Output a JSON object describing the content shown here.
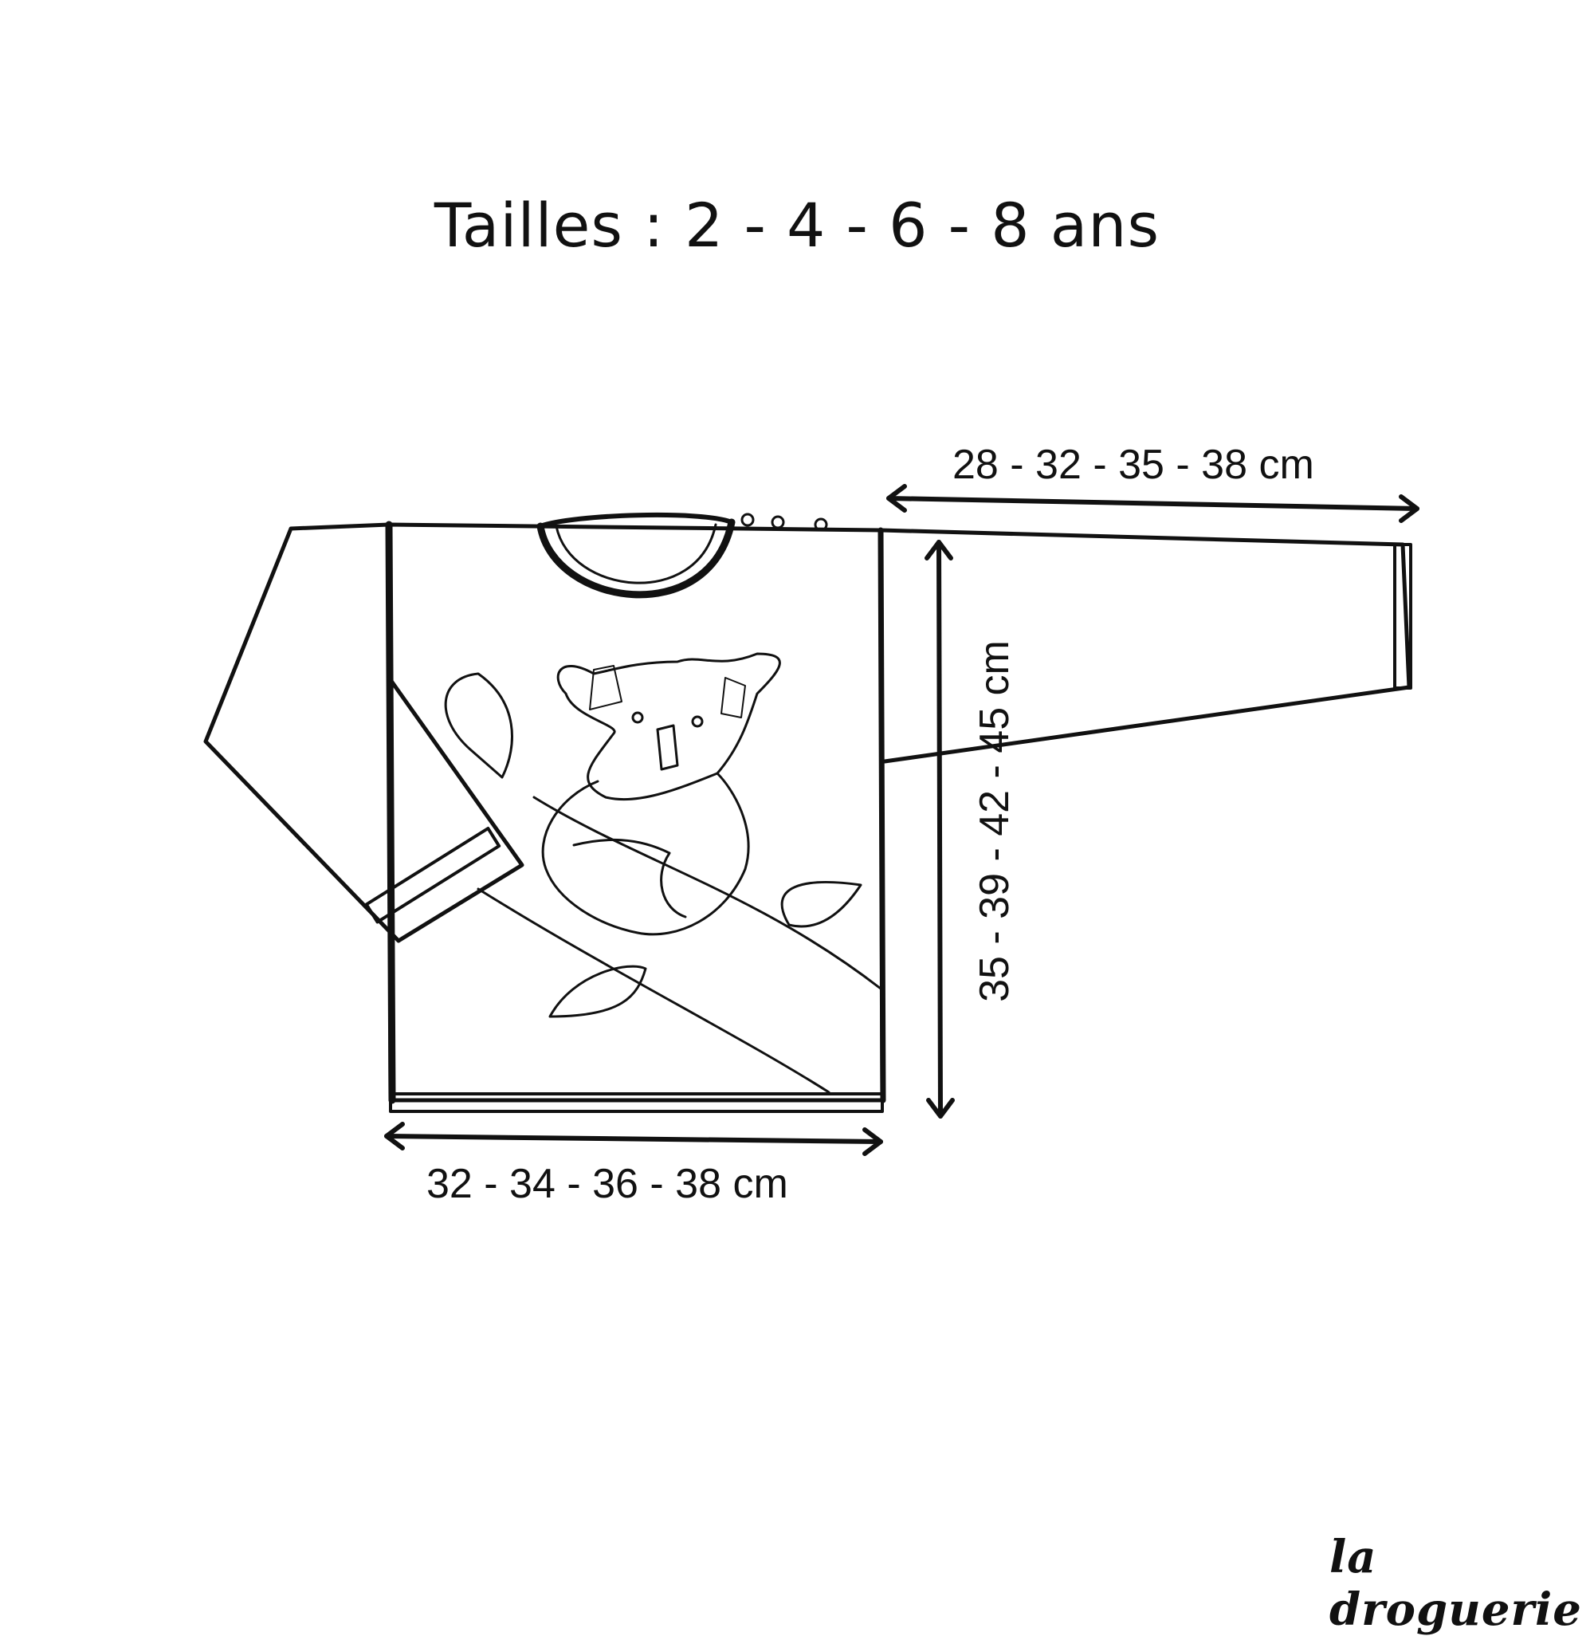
{
  "title": "Tailles : 2 - 4 - 6 - 8 ans",
  "measurements": {
    "sleeve_length": "28 - 32 - 35 - 38 cm",
    "body_length": "35 - 39 - 42 - 45 cm",
    "chest_width": "32 - 34 - 36 - 38 cm"
  },
  "brand": "la droguerie",
  "colors": {
    "ink": "#111111",
    "background": "#ffffff"
  }
}
